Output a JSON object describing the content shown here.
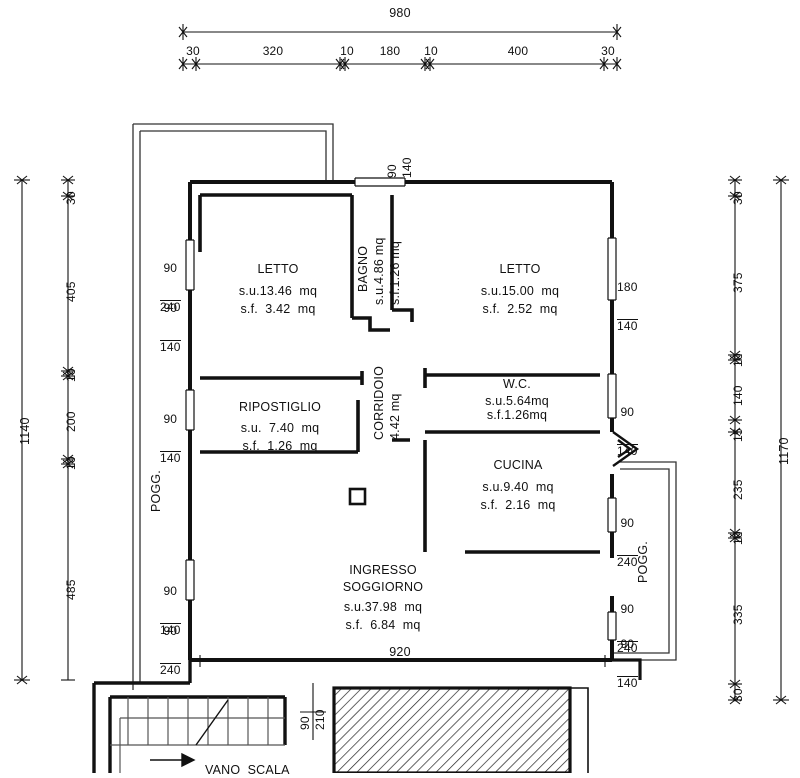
{
  "drawing": {
    "type": "architectural-floor-plan",
    "units": "cm",
    "area_units": "mq"
  },
  "dimensions": {
    "top_overall": "980",
    "top_chain": [
      "30",
      "320",
      "10",
      "180",
      "10",
      "400",
      "30"
    ],
    "left_overall": "1140",
    "left_chain": [
      "30",
      "405",
      "10",
      "200",
      "10",
      "485"
    ],
    "right_overall": "1170",
    "right_chain": [
      "30",
      "375",
      "10",
      "140",
      "15",
      "235",
      "10",
      "335",
      "30"
    ],
    "bottom_span": "920"
  },
  "rooms": [
    {
      "id": "letto-1",
      "name": "LETTO",
      "su": "s.u.13.46  mq",
      "sf": "s.f.  3.42  mq"
    },
    {
      "id": "bagno",
      "name": "BAGNO",
      "su": "s.u.4.86 mq",
      "sf": "s.f.1.26 mq"
    },
    {
      "id": "letto-2",
      "name": "LETTO",
      "su": "s.u.15.00  mq",
      "sf": "s.f.  2.52  mq"
    },
    {
      "id": "ripostiglio",
      "name": "RIPOSTIGLIO",
      "su": "s.u.  7.40  mq",
      "sf": "s.f.  1.26  mq"
    },
    {
      "id": "corridoio",
      "name": "CORRIDOIO",
      "area": "4.42 mq"
    },
    {
      "id": "wc",
      "name": "W.C.",
      "su": "s.u.5.64mq",
      "sf": "s.f.1.26mq"
    },
    {
      "id": "cucina",
      "name": "CUCINA",
      "su": "s.u.9.40  mq",
      "sf": "s.f.  2.16  mq"
    },
    {
      "id": "ingresso-soggiorno",
      "name_line1": "INGRESSO",
      "name_line2": "SOGGIORNO",
      "su": "s.u.37.98  mq",
      "sf": "s.f.  6.84  mq"
    },
    {
      "id": "poggiolo-left",
      "name": "POGG."
    },
    {
      "id": "poggiolo-right",
      "name": "POGG."
    },
    {
      "id": "vano-scala",
      "name": "VANO  SCALA"
    }
  ],
  "openings": {
    "top_bagno": {
      "width": "90",
      "height": "140"
    },
    "left": [
      {
        "width": "90",
        "height": "240"
      },
      {
        "width": "90",
        "height": "140"
      },
      {
        "width": "90",
        "height": "140"
      },
      {
        "width": "90",
        "height": "140"
      },
      {
        "width": "90",
        "height": "240"
      }
    ],
    "right": [
      {
        "width": "180",
        "height": "140"
      },
      {
        "width": "90",
        "height": "140"
      },
      {
        "width": "90",
        "height": "240"
      },
      {
        "width": "90",
        "height": "240"
      },
      {
        "width": "90",
        "height": "140"
      }
    ],
    "entrance_door": {
      "width": "90",
      "height": "210"
    }
  },
  "colors": {
    "line": "#111111",
    "paper": "#ffffff",
    "thin_line": "#333333",
    "hatch": "#222222"
  }
}
